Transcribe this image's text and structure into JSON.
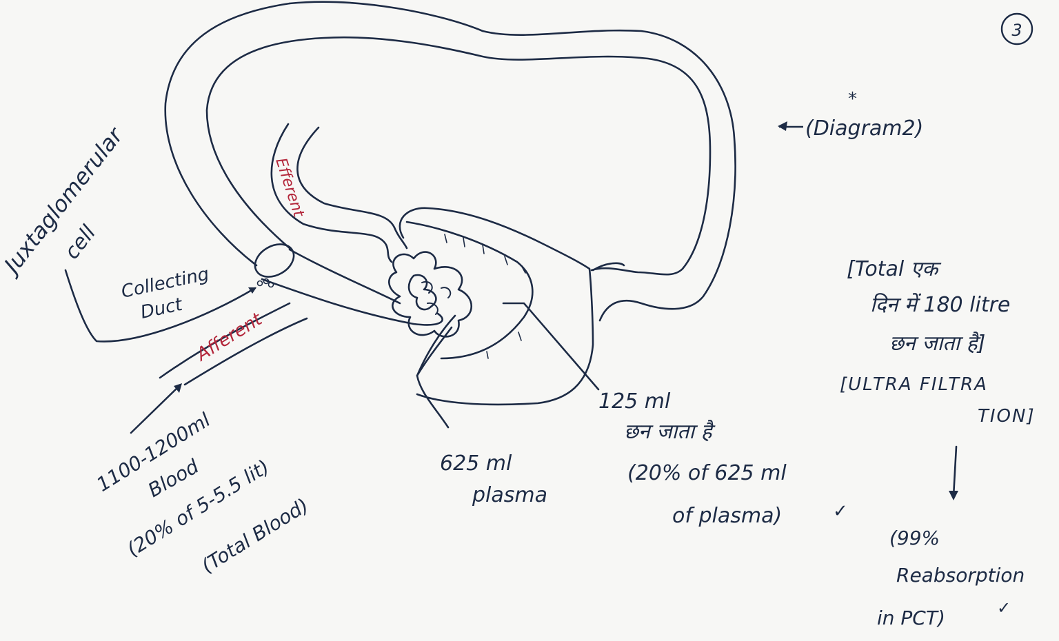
{
  "page_number": "3",
  "diagram_label": "(Diagram2)",
  "diagram_asterisk": "*",
  "labels": {
    "juxtaglomerular": "Juxtaglomerular",
    "cell": "cell",
    "collecting": "Collecting",
    "duct": "Duct",
    "afferent": "Afferent",
    "efferent": "Efferent"
  },
  "blood": {
    "volume": "1100-1200ml",
    "word": "Blood",
    "pct": "(20% of 5-5.5 lit)",
    "total": "(Total Blood)"
  },
  "plasma": {
    "volume": "625 ml",
    "word": "plasma"
  },
  "filtrate": {
    "volume": "125 ml",
    "hindi": "छन जाता है",
    "pct": "(20% of 625 ml",
    "of_plasma": "of plasma)",
    "check": "✓"
  },
  "side_note": {
    "line1": "[Total एक",
    "line2": "दिन में 180 litre",
    "line3": "छन जाता है]",
    "line4": "[ULTRA FILTRA",
    "line5": "TION]"
  },
  "reabsorption": {
    "line1": "(99%",
    "line2": "Reabsorption",
    "line3": "in PCT)",
    "check": "✓"
  },
  "colors": {
    "ink": "#1d2b45",
    "red_ink": "#b3263a",
    "paper": "#f7f7f5"
  }
}
